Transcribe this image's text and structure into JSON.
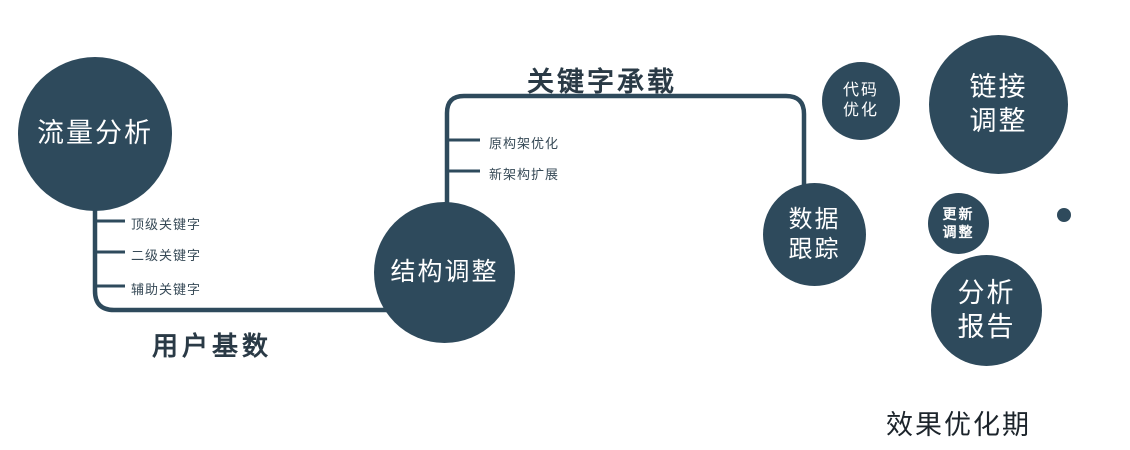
{
  "colors": {
    "node_fill": "#2e4a5c",
    "edge_stroke": "#2e4a5c",
    "edge_label_text": "#2a3a46",
    "footer_text": "#1c242b",
    "background": "#ffffff"
  },
  "nodes": {
    "traffic_analysis": {
      "label": "流量分析"
    },
    "structure_adjust": {
      "label": "结构调整"
    },
    "data_tracking": {
      "line1": "数据",
      "line2": "跟踪"
    },
    "code_optimization": {
      "line1": "代码",
      "line2": "优化"
    },
    "link_adjustment": {
      "line1": "链接",
      "line2": "调整"
    },
    "update_adjustment": {
      "line1": "更新",
      "line2": "调整"
    },
    "analysis_report": {
      "line1": "分析",
      "line2": "报告"
    }
  },
  "edge_labels": {
    "user_base": "用户基数",
    "keyword_carrying": "关键字承载"
  },
  "branches": {
    "traffic": [
      {
        "label": "顶级关键字"
      },
      {
        "label": "二级关键字"
      },
      {
        "label": "辅助关键字"
      }
    ],
    "structure": [
      {
        "label": "原构架优化"
      },
      {
        "label": "新架构扩展"
      }
    ]
  },
  "footer": {
    "label": "效果优化期"
  }
}
